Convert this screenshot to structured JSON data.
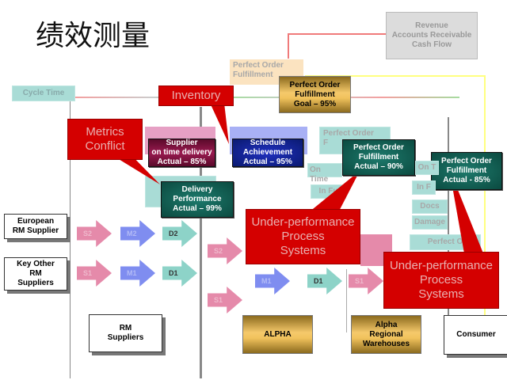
{
  "title": "绩效测量",
  "revenue": "Revenue\nAccounts Receivable\nCash Flow",
  "faded_top": "Perfect Order\nFulfillment",
  "cycle_time": "Cycle Time",
  "goal": "Perfect Order\nFulfillment\nGoal – 95%",
  "callouts": {
    "inventory": "Inventory",
    "metrics": "Metrics\nConflict",
    "under1": "Under-performance\nProcess\nSystems",
    "under2": "Under-performance\nProcess\nSystems"
  },
  "metrics": {
    "supplier": "Supplier\non time delivery\nActual – 85%",
    "schedule": "Schedule\nAchievement\nActual – 95%",
    "delivery": "Delivery\nPerformance\nActual – 99%",
    "pof90": "Perfect Order\nFulfillment\nActual – 90%",
    "pof85": "Perfect Order\nFulfillment\nActual - 85%"
  },
  "faded_labels": {
    "pof_mid": "Perfect Order\nF",
    "on_time": "On Time",
    "in_full": "In Fu",
    "on_t": "On T",
    "in_f": "In F",
    "docs": "Docs",
    "damage": "Damage",
    "perfect_o": "Perfect O"
  },
  "nodes": {
    "european": "European\nRM Supplier",
    "key_other": "Key Other\nRM\nSuppliers",
    "rm_suppliers": "RM\nSuppliers",
    "alpha": "ALPHA",
    "regional": "Alpha\nRegional\nWarehouses",
    "consumer": "Consumer"
  },
  "process": {
    "r1": [
      "S2",
      "M2",
      "D2"
    ],
    "r2": [
      "S1",
      "M1",
      "D1"
    ],
    "mid": [
      "S2",
      "S1",
      "M1",
      "D1",
      "S1"
    ]
  },
  "colors": {
    "red": "#d40000",
    "teal": "#0f5e52",
    "maroon": "#7a0f3a",
    "navy": "#0a1a8c",
    "gold": "#f1c25c"
  }
}
